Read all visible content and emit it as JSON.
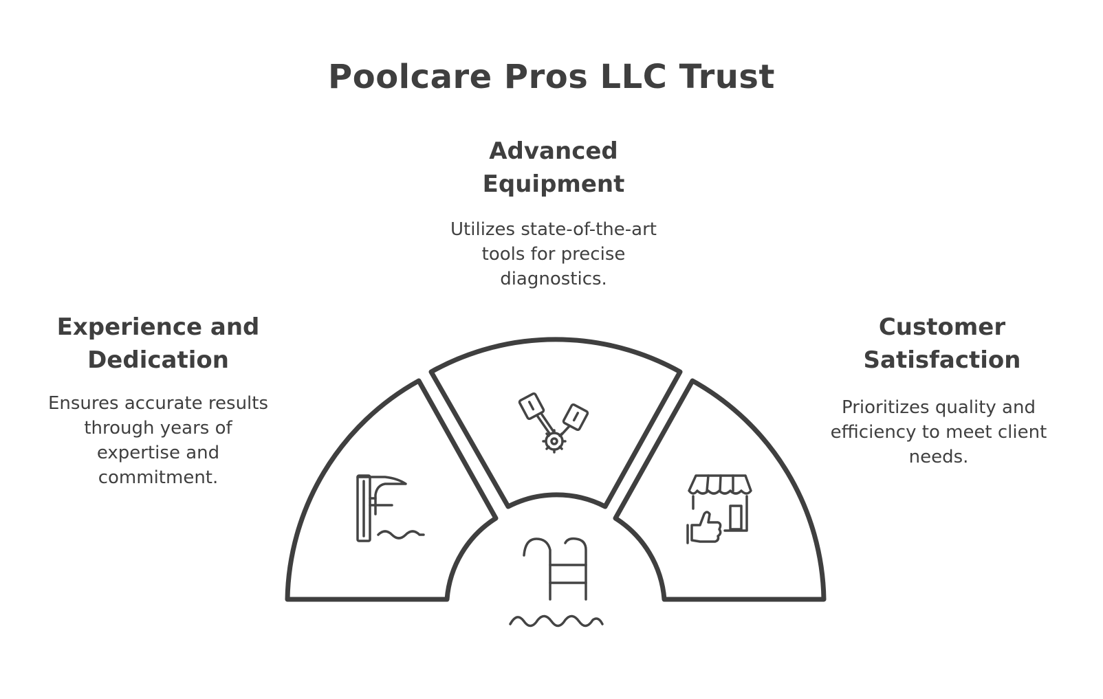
{
  "title": "Poolcare Pros LLC Trust",
  "sections": {
    "left": {
      "heading": "Experience and Dedication",
      "description": "Ensures accurate results through years of expertise and commitment.",
      "icon": "diving-board-icon"
    },
    "middle": {
      "heading": "Advanced Equipment",
      "description": "Utilizes state-of-the-art tools for precise diagnostics.",
      "icon": "tools-gear-icon"
    },
    "right": {
      "heading": "Customer Satisfaction",
      "description": "Prioritizes quality and efficiency to meet client needs.",
      "icon": "store-thumbs-up-icon"
    },
    "center": {
      "icon": "pool-ladder-icon"
    }
  },
  "colors": {
    "stroke": "#3f3f3f",
    "background": "#ffffff"
  }
}
